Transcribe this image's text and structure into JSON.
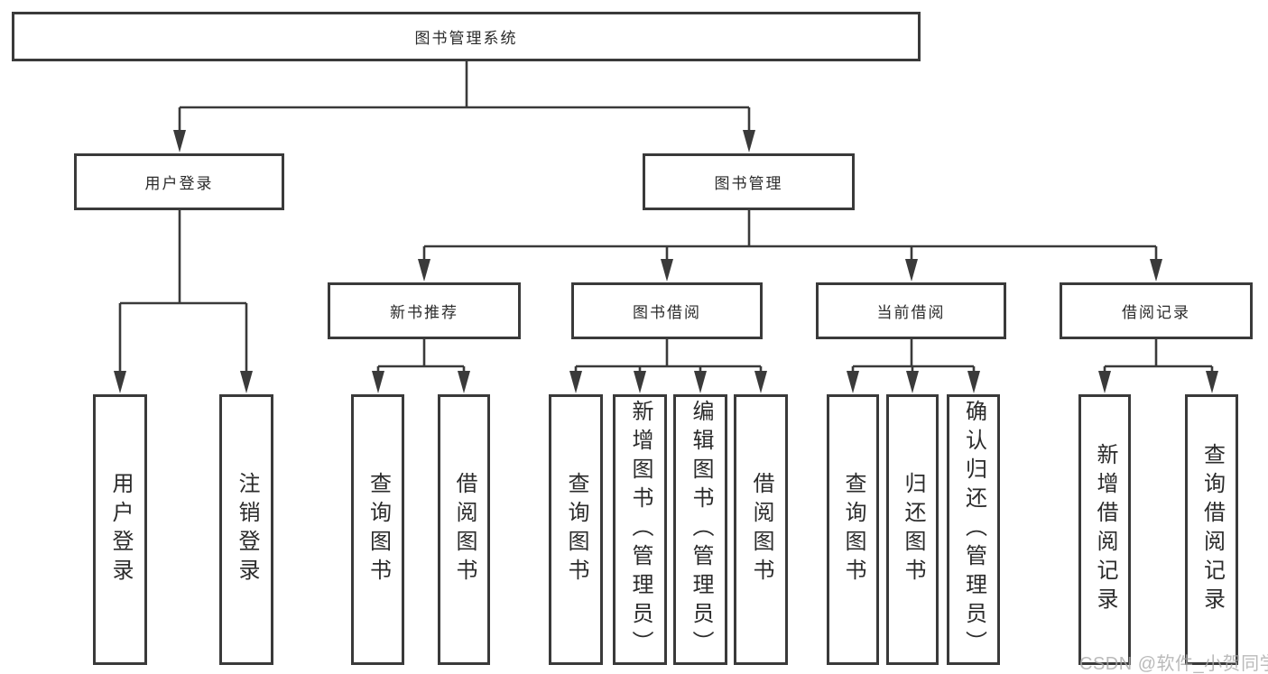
{
  "diagram": {
    "root": "图书管理系统",
    "user_login": {
      "label": "用户登录",
      "children": {
        "login": "用户登录",
        "logout": "注销登录"
      }
    },
    "book_mgmt": {
      "label": "图书管理",
      "new_book": {
        "label": "新书推荐",
        "children": {
          "query": "查询图书",
          "borrow": "借阅图书"
        }
      },
      "book_borrow": {
        "label": "图书借阅",
        "children": {
          "query": "查询图书",
          "add": "新增图书（管理员）",
          "edit": "编辑图书（管理员）",
          "borrow": "借阅图书"
        }
      },
      "current_borrow": {
        "label": "当前借阅",
        "children": {
          "query": "查询图书",
          "return": "归还图书",
          "confirm": "确认归还（管理员）"
        }
      },
      "borrow_records": {
        "label": "借阅记录",
        "children": {
          "add": "新增借阅记录",
          "query": "查询借阅记录"
        }
      }
    },
    "watermark": "CSDN @软件_小贺同学",
    "colors": {
      "line": "#3a3a3a",
      "text": "#2b2b2b",
      "watermark": "#a9a9a9",
      "background": "#ffffff"
    }
  }
}
